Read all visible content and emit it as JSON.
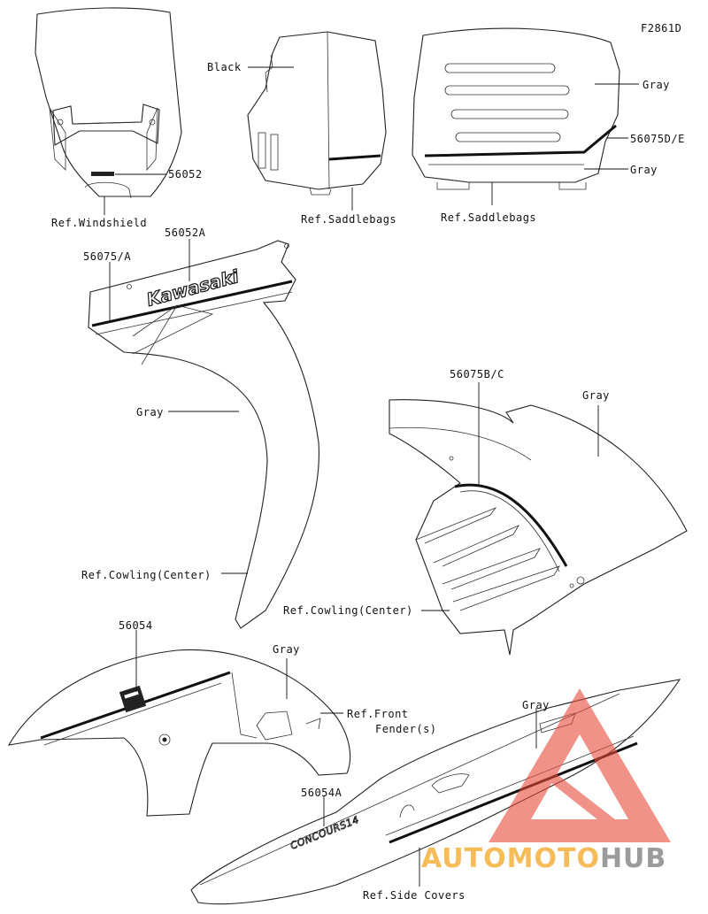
{
  "figure_code": "F2861D",
  "labels": {
    "black": "Black",
    "gray_saddlebag_top": "Gray",
    "part_56075de": "56075D/E",
    "gray_saddlebag_bottom": "Gray",
    "part_56052": "56052",
    "ref_windshield": "Ref.Windshield",
    "ref_saddlebags_left": "Ref.Saddlebags",
    "ref_saddlebags_right": "Ref.Saddlebags",
    "part_56052a": "56052A",
    "part_56075a": "56075/A",
    "gray_cowling_left": "Gray",
    "ref_cowling_left": "Ref.Cowling(Center)",
    "part_56075bc": "56075B/C",
    "gray_cowling_right": "Gray",
    "ref_cowling_right": "Ref.Cowling(Center)",
    "part_56054": "56054",
    "gray_fender": "Gray",
    "ref_front_fender_1": "Ref.Front",
    "ref_front_fender_2": "Fender(s)",
    "gray_side_cover": "Gray",
    "part_56054a": "56054A",
    "ref_side_covers": "Ref.Side Covers"
  },
  "decals": {
    "kawasaki_logo": "Kawasaki",
    "concours": "CONCOURS14"
  },
  "watermark": {
    "text_part1": "AUTOMOTO",
    "text_part2": "HUB",
    "color_orange": "#f5a623",
    "color_gray": "#7a7a7a",
    "color_red": "#e84b3c"
  }
}
